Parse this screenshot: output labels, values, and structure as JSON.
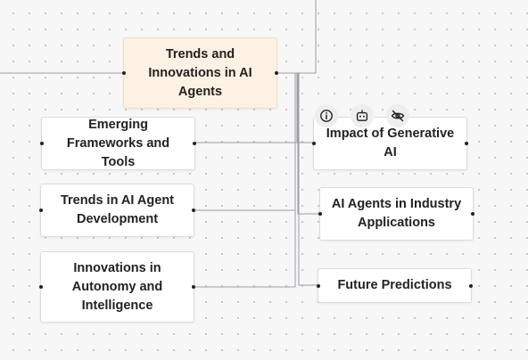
{
  "mindmap": {
    "root": {
      "label": "Trends and Innovations in AI Agents"
    },
    "left_children": [
      {
        "label": "Emerging Frameworks and Tools"
      },
      {
        "label": "Trends in AI Agent Development"
      },
      {
        "label": "Innovations in Autonomy and Intelligence"
      }
    ],
    "right_children": [
      {
        "label": "Impact of Generative AI"
      },
      {
        "label": "AI Agents in Industry Applications"
      },
      {
        "label": "Future Predictions"
      }
    ]
  },
  "node_toolbar": {
    "icons": [
      "info-icon",
      "robot-icon",
      "eye-off-icon"
    ]
  },
  "colors": {
    "root_fill": "#fdf1e3",
    "node_fill": "#ffffff",
    "edge": "#9e9ea3",
    "canvas_dots": "#c4c4c8"
  }
}
